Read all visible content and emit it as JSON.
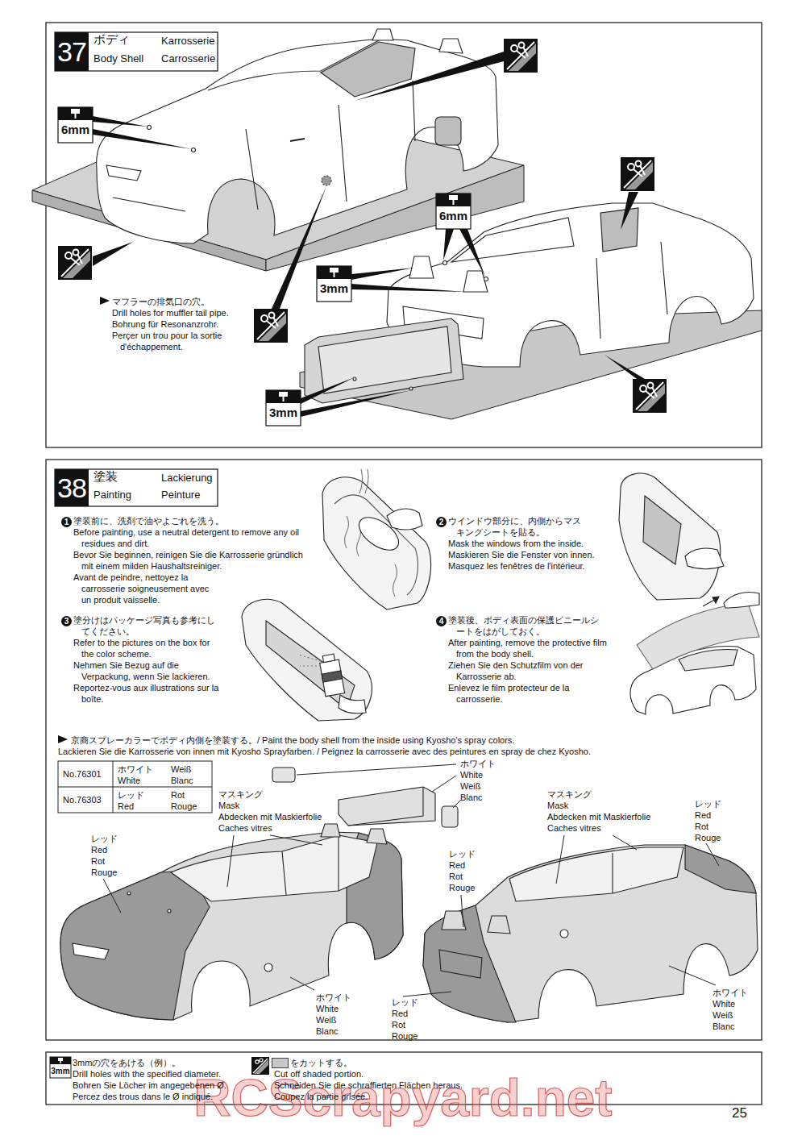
{
  "diagram": {
    "nodes": [
      {
        "text": [
          "37"
        ]
      },
      {
        "text": [
          "38"
        ]
      }
    ],
    "labels": [
      "ボディ",
      "Karrosserie",
      "Body Shell",
      "Carrosserie",
      "6mm",
      "6mm",
      "3mm",
      "3mm",
      "マフラーの排気口の穴。",
      "Drill holes for muffler tail pipe.",
      "Bohrung für Resonanzrohr.",
      "Perçer un trou pour la sortie d'échappement.",
      "塗装",
      "Lackierung",
      "Painting",
      "Peinture",
      "1",
      "塗装前に、洗剤で油やよごれを洗う。",
      "Before painting, use a neutral detergent to remove any oil residues and dirt.",
      "Bevor Sie beginnen, reinigen Sie die Karrosserie gründlich mit einem milden Haushaltsreiniger.",
      "Avant de peindre, nettoyez la carrosserie soigneusement avec un produit vaisselle.",
      "2",
      "ウインドウ部分に、内側からマスキングシートを貼る。",
      "Mask the windows from the inside.",
      "Maskieren Sie die Fenster von innen.",
      "Masquez les fenêtres de l'intérieur.",
      "3",
      "塗分けはパッケージ写真も参考にしてください。",
      "Refer to the pictures on the box for the color scheme.",
      "Nehmen Sie Bezug auf die Verpackung, wenn Sie lackieren.",
      "Reportez-vous aux illustrations sur la boîte.",
      "4",
      "塗装後、ボディ表面の保護ビニールシートをはがしておく。",
      "After painting, remove the protective film from the body shell.",
      "Ziehen Sie den Schutzfilm von der Karrosserie ab.",
      "Enlevez le film protecteur de la carrosserie.",
      "京商スプレーカラーでボディ内側を塗装する。/ Paint the body shell from the inside using Kyosho's spray colors.",
      "Lackieren Sie die Karrosserie von innen mit Kyosho Sprayfarben. / Peignez la carrosserie avec des peintures en spray de chez Kyosho.",
      "No.76301",
      "ホワイト",
      "Weiß",
      "White",
      "Blanc",
      "No.76303",
      "レッド",
      "Rot",
      "Red",
      "Rouge",
      "ホワイト",
      "White",
      "Weiß",
      "Blanc",
      "マスキング",
      "Mask",
      "Abdecken mit Maskierfolie",
      "Caches vitres",
      "マスキング",
      "Mask",
      "Abdecken mit Maskierfolie",
      "Caches vitres",
      "レッド",
      "Red",
      "Rot",
      "Rouge",
      "レッド",
      "Red",
      "Rot",
      "Rouge",
      "レッド",
      "Red",
      "Rot",
      "Rouge",
      "ホワイト",
      "White",
      "Weiß",
      "Blanc",
      "レッド",
      "Red",
      "Rot",
      "Rouge",
      "ホワイト",
      "White",
      "Weiß",
      "Blanc",
      "3mm",
      "Drill holes with the specified diameter.",
      "Bohren Sie Löcher im angegebenen Ø.",
      "Percez des trous dans le Ø indiqué.",
      "Cut off shaded portion.",
      "Schneiden Sie die schraffierten Flächen heraus.",
      "Coupez la partie grisée.",
      "RCScrapyard.net",
      "25"
    ],
    "legend": [
      {
        "text": "3mmの穴をあける（例）。"
      },
      {
        "text": "をカットする。",
        "color": "#c8c8c8"
      }
    ]
  }
}
